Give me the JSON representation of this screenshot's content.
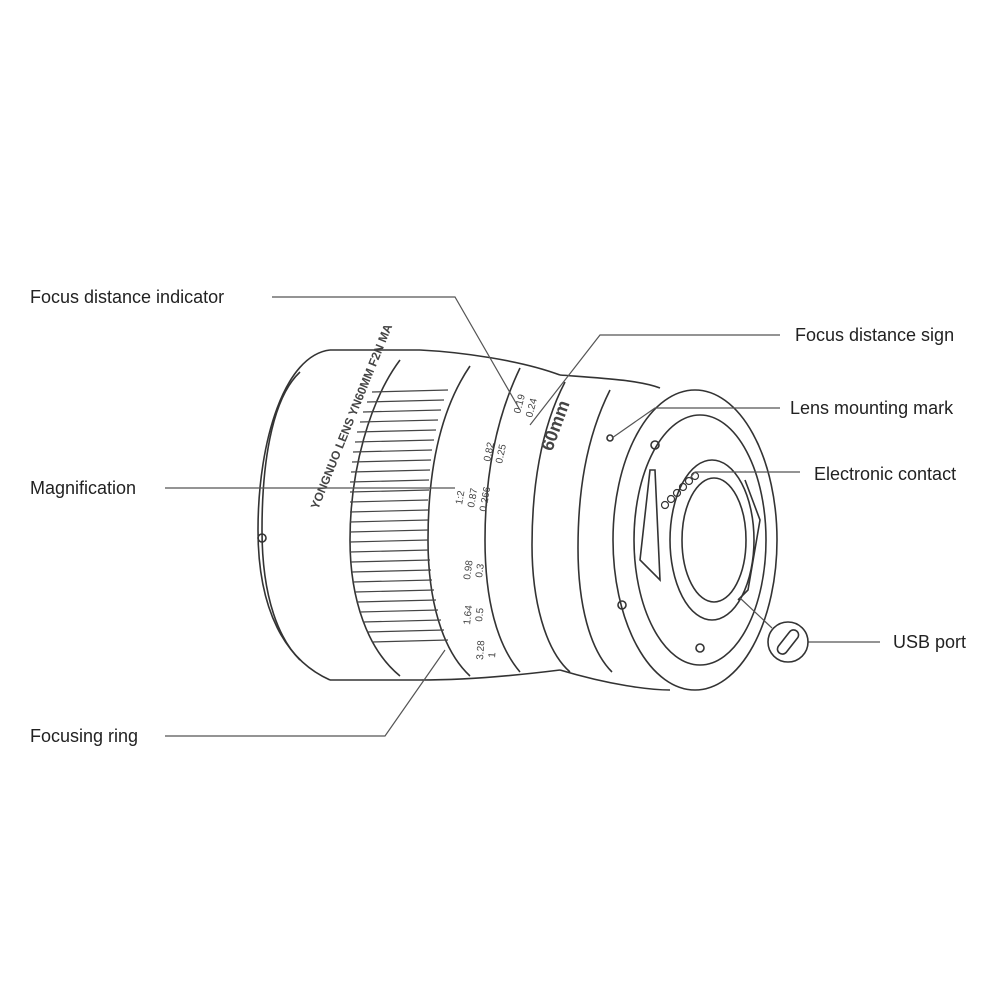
{
  "callouts": {
    "focus_distance_indicator": "Focus distance indicator",
    "focus_distance_sign": "Focus distance sign",
    "lens_mounting_mark": "Lens mounting mark",
    "magnification": "Magnification",
    "electronic_contact": "Electronic contact",
    "usb_port": "USB port",
    "focusing_ring": "Focusing ring"
  },
  "lens_markings": {
    "brand": "YONGNUO LENS YN60MM F2N MA",
    "focal_length": "60mm",
    "scale_magnification": [
      "0.82",
      "1:2",
      "0.98",
      "1.64",
      "3.28"
    ],
    "scale_distance": [
      "0.25",
      "0.87",
      "0.3",
      "0.5",
      "1"
    ],
    "scale_ratio": [
      "0.266"
    ],
    "scale_top": [
      "0.19",
      "0.24"
    ]
  },
  "icons": [
    "usb-port-icon"
  ]
}
